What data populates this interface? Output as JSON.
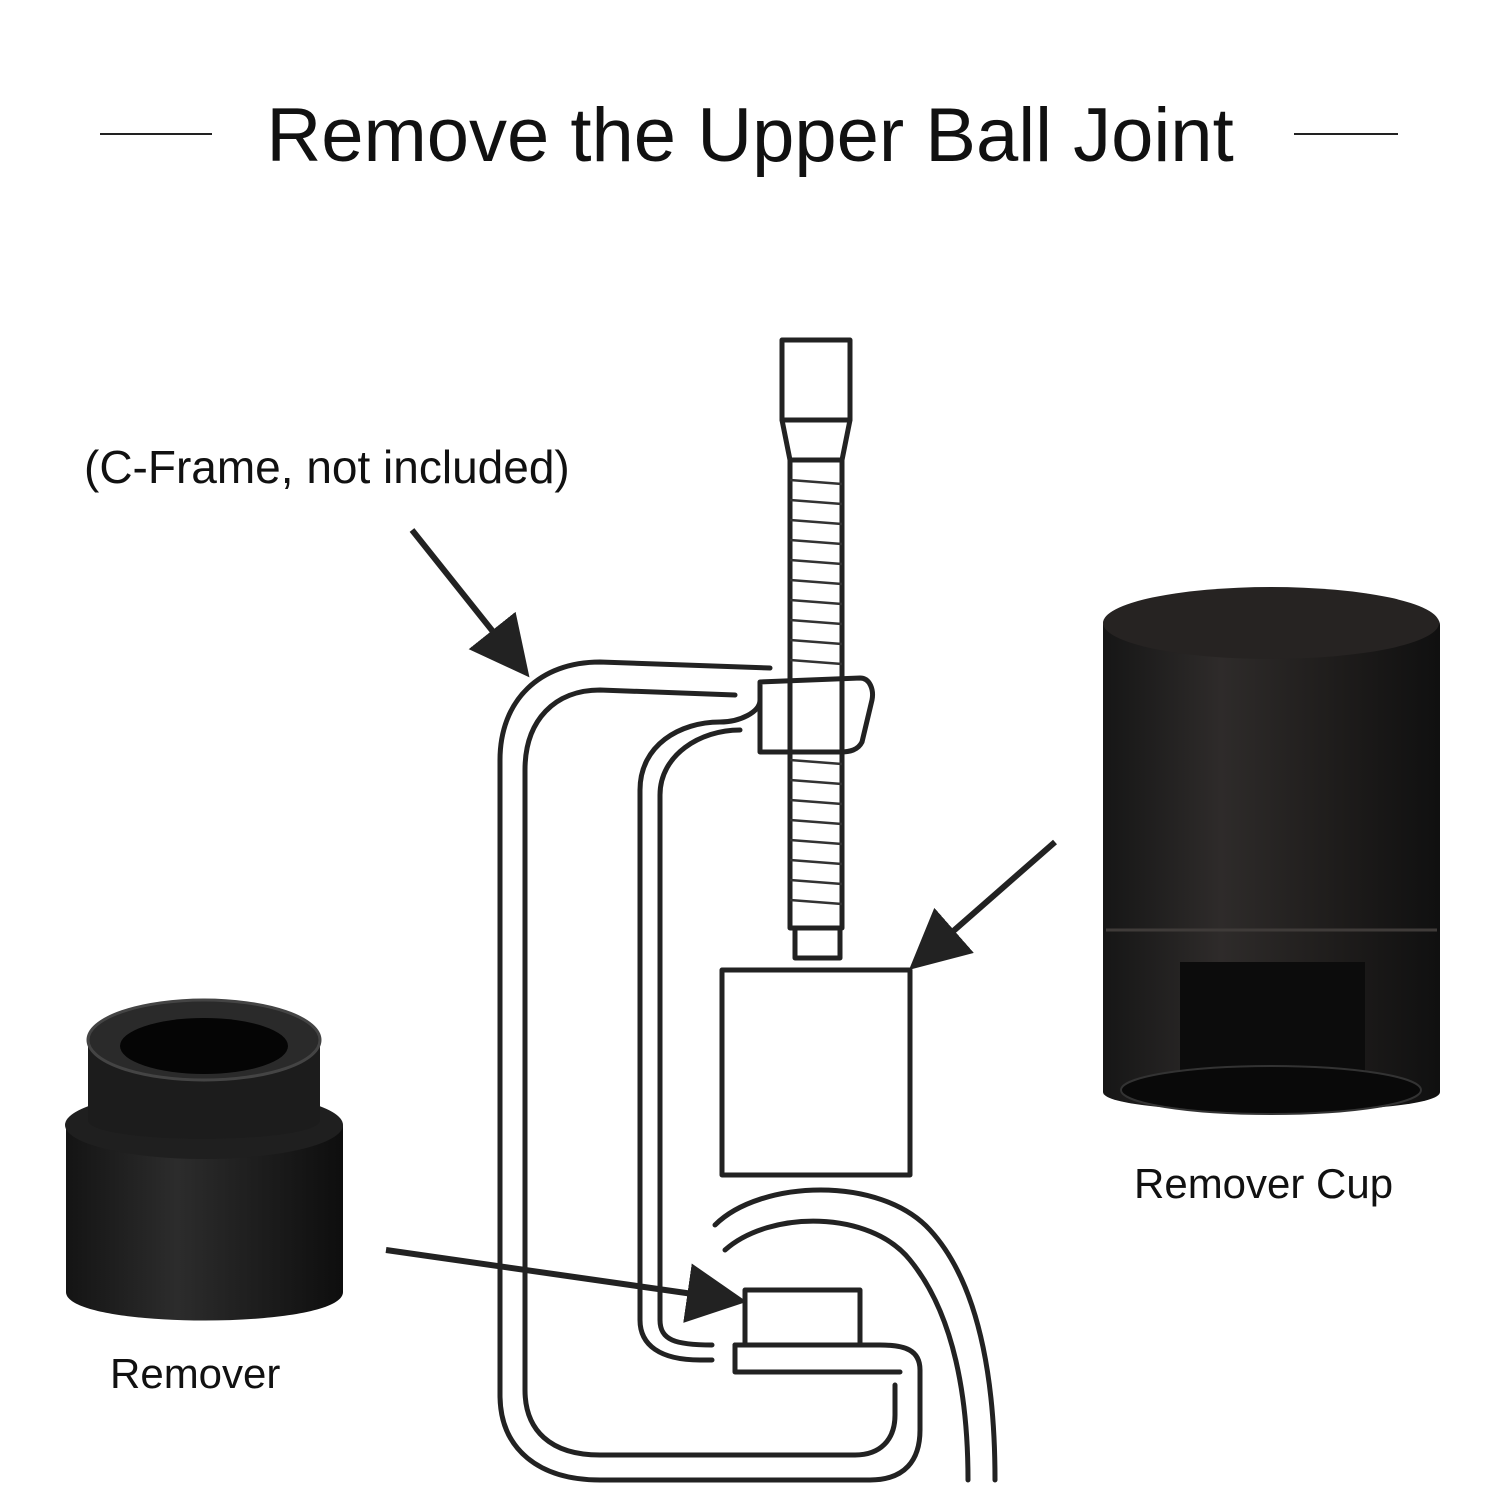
{
  "title": "Remove the Upper Ball Joint",
  "labels": {
    "c_frame": "(C-Frame, not included)",
    "remover_cup": "Remover Cup",
    "remover": "Remover"
  },
  "colors": {
    "line_art": "#222222",
    "part_black": "#1a1a1a",
    "part_edge": "#3a3a3a",
    "background": "#ffffff"
  }
}
